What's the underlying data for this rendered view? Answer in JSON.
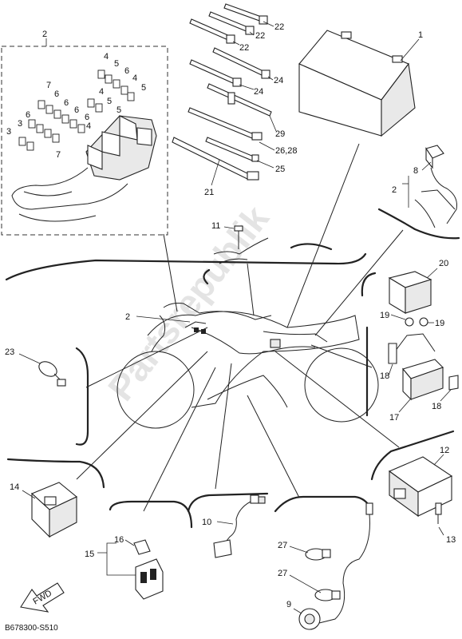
{
  "watermark": "Partsrepublik",
  "diagram_code": "B678300-S510",
  "fwd_label": "FWD",
  "callouts": {
    "c1": "1",
    "c2_box": "2",
    "c2_bracket": "2",
    "c2_bike": "2",
    "c3a": "3",
    "c3b": "3",
    "c4a": "4",
    "c4b": "4",
    "c4c": "4",
    "c4d": "4",
    "c5a": "5",
    "c5b": "5",
    "c5c": "5",
    "c5d": "5",
    "c6a": "6",
    "c6b": "6",
    "c6c": "6",
    "c6d": "6",
    "c6e": "6",
    "c7a": "7",
    "c7b": "7",
    "c8": "8",
    "c9": "9",
    "c10": "10",
    "c11": "11",
    "c12": "12",
    "c13": "13",
    "c14": "14",
    "c15": "15",
    "c16": "16",
    "c17": "17",
    "c18a": "18",
    "c18b": "18",
    "c19a": "19",
    "c19b": "19",
    "c20": "20",
    "c21": "21",
    "c22a": "22",
    "c22b": "22",
    "c22c": "22",
    "c23": "23",
    "c24a": "24",
    "c24b": "24",
    "c25": "25",
    "c2628": "26,28",
    "c27a": "27",
    "c27b": "27",
    "c29": "29"
  }
}
